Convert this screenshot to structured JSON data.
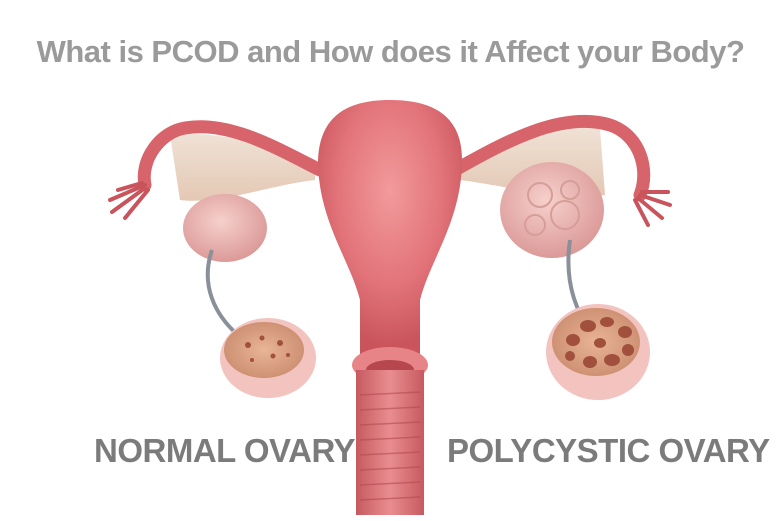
{
  "title": "What is PCOD and How does it Affect your Body?",
  "labels": {
    "left": "NORMAL OVARY",
    "right": "POLYCYSTIC OVARY"
  },
  "colors": {
    "uterus": "#e2747a",
    "uterus_dark": "#c9545c",
    "ovary": "#eab3b0",
    "ovary_cut": "#d89a7a",
    "cyst": "#a0503c",
    "tube_fringe": "#eac9b8",
    "text_gray": "#7b7b7b",
    "title_gray": "#9a9a9a",
    "arrow": "#8a9099"
  },
  "icons": [
    "curved-arrow-icon",
    "curved-arrow-icon"
  ]
}
